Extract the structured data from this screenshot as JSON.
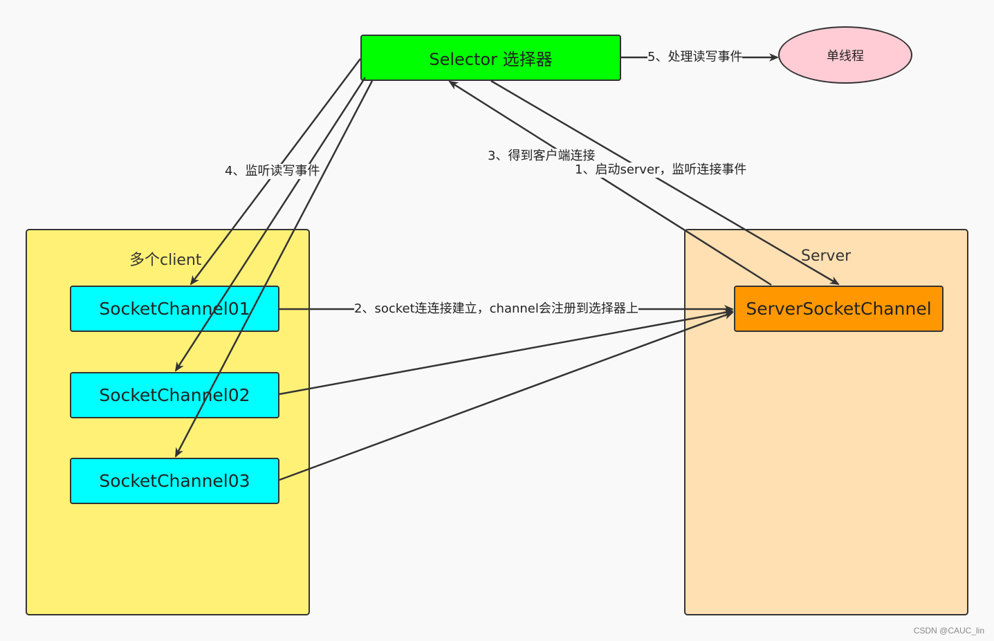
{
  "groups": {
    "clients": {
      "label": "多个client",
      "fill": "#fff176"
    },
    "server": {
      "label": "Server",
      "fill": "#ffe0b2"
    }
  },
  "nodes": {
    "selector": {
      "label": "Selector 选择器",
      "fill": "#00ff00"
    },
    "single_thread": {
      "label": "单线程",
      "fill": "#ffccd5"
    },
    "socket_channels": [
      {
        "label": "SocketChannel01",
        "fill": "#00ffff"
      },
      {
        "label": "SocketChannel02",
        "fill": "#00ffff"
      },
      {
        "label": "SocketChannel03",
        "fill": "#00ffff"
      }
    ],
    "server_socket_channel": {
      "label": "ServerSocketChannel",
      "fill": "#ff9800"
    }
  },
  "edges": {
    "step1": "1、启动server，监听连接事件",
    "step2": "2、socket连连接建立，channel会注册到选择器上",
    "step3": "3、得到客户端连接",
    "step4": "4、监听读写事件",
    "step5": "5、处理读写事件"
  },
  "watermark": "CSDN @CAUC_lin"
}
